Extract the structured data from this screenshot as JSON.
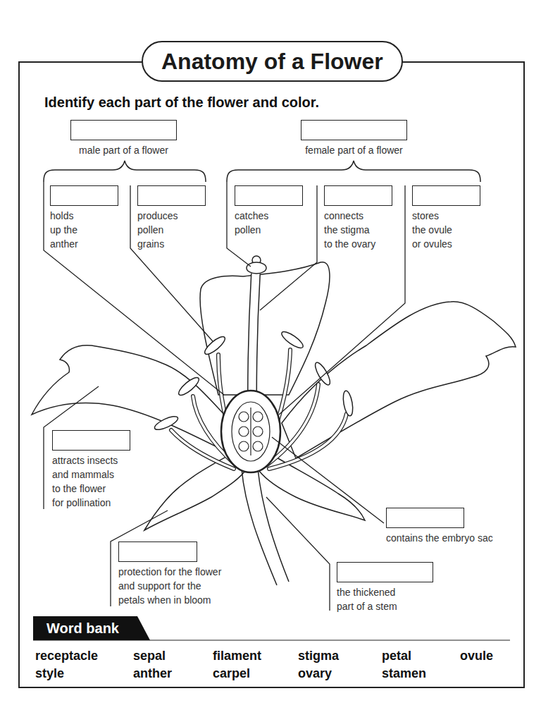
{
  "diagram": {
    "title": "Anatomy of a Flower",
    "nodes": [
      {
        "text": [
          "male part of a flower"
        ]
      },
      {
        "text": [
          "female part of a flower"
        ]
      },
      {
        "text": [
          "holds up the anther"
        ]
      },
      {
        "text": [
          "produces pollen grains"
        ]
      },
      {
        "text": [
          "catches pollen"
        ]
      },
      {
        "text": [
          "connects the stigma to the ovary"
        ]
      },
      {
        "text": [
          "stores the ovule or ovules"
        ]
      },
      {
        "text": [
          "attracts insects and mammals to the flower for pollination"
        ]
      },
      {
        "text": [
          "contains the embryo sac"
        ]
      },
      {
        "text": [
          "protection for the flower and support for the petals when in bloom"
        ]
      },
      {
        "text": [
          "the thickened part of a stem"
        ]
      },
      {
        "text": [
          "Word bank"
        ]
      }
    ],
    "labels": [
      "Identify each part of the flower and color.",
      "receptacle",
      "sepal",
      "filament",
      "stigma",
      "petal",
      "ovule",
      "style",
      "anther",
      "carpel",
      "ovary",
      "stamen"
    ]
  }
}
